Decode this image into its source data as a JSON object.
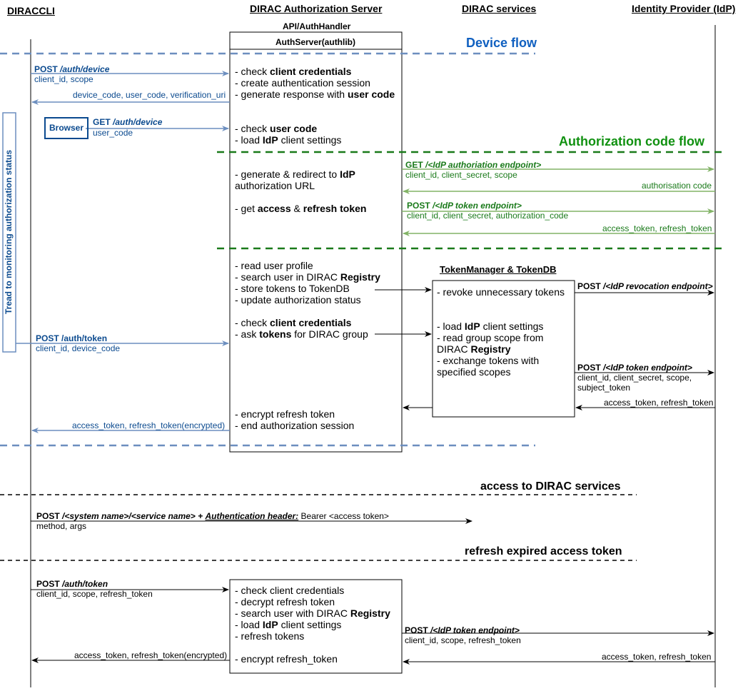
{
  "headers": {
    "diraccli": "DIRACCLI",
    "auth_server": "DIRAC Authorization Server",
    "dirac_services": "DIRAC services",
    "idp": "Identity Provider (IdP)"
  },
  "server_box": {
    "api_label": "API/AuthHandler",
    "authserver_label": "AuthServer(authlib)"
  },
  "sections": {
    "device_flow": "Device flow",
    "auth_code_flow": "Authorization code flow",
    "access_services": "access to DIRAC services",
    "refresh_token": "refresh expired access token"
  },
  "side_label": "Tread to monitoring authorization status",
  "browser_label": "Browser",
  "token_manager": {
    "title": "TokenManager & TokenDB"
  },
  "messages": {
    "post_auth_device": {
      "method": "POST",
      "path": "/auth/device",
      "params": "client_id, scope"
    },
    "device_code_resp": "device_code, user_code, verification_uri",
    "get_auth_device": {
      "method": "GET",
      "path": "/auth/device",
      "params": "user_code"
    },
    "get_idp_auth": {
      "method": "GET",
      "path": "/<IdP authoriation endpoint>",
      "params": "client_id, client_secret, scope"
    },
    "authorisation_code": "authorisation code",
    "post_idp_token1": {
      "method": "POST",
      "path": "/<IdP token endpoint>",
      "params": "client_id, client_secret, authorization_code"
    },
    "access_refresh1": "access_token, refresh_token",
    "post_idp_revocation": {
      "method": "POST",
      "path": "/<IdP revocation endpoint>"
    },
    "post_auth_token1": {
      "method": "POST",
      "path": "/auth/token",
      "params": "client_id, device_code"
    },
    "post_idp_token2": {
      "method": "POST",
      "path": "/<IdP token endpoint>",
      "params1": "client_id, client_secret, scope,",
      "params2": "subject_token"
    },
    "access_refresh2": "access_token, refresh_token",
    "access_refresh_enc1": "access_token, refresh_token(encrypted)",
    "post_service": {
      "method": "POST",
      "path": "/<system name>/<service name> +",
      "header": "Authentication header:",
      "bearer": "Bearer <access token>",
      "params": "method, args"
    },
    "post_auth_token2": {
      "method": "POST",
      "path": "/auth/token",
      "params": "client_id, scope, refresh_token"
    },
    "access_refresh_enc2": "access_token, refresh_token(encrypted)",
    "post_idp_token3": {
      "method": "POST",
      "path": "/<IdP token endpoint>",
      "params": "client_id, scope, refresh_token"
    },
    "access_refresh3": "access_token, refresh_token"
  },
  "steps": {
    "s1": {
      "a": "- check ",
      "b": "client credentials"
    },
    "s2": "- create authentication session",
    "s3": {
      "a": "- generate response with ",
      "b": "user code"
    },
    "s4": {
      "a": "- check ",
      "b": "user code"
    },
    "s5": {
      "a": "- load ",
      "b": "IdP",
      "c": " client settings"
    },
    "s6": {
      "a": "- generate & redirect to ",
      "b": "IdP",
      "c": "authorization URL"
    },
    "s7": {
      "a": "- get ",
      "b": "access",
      "c": " & ",
      "d": "refresh token"
    },
    "s8": "- read user profile",
    "s9": {
      "a": "- search user in DIRAC ",
      "b": "Registry"
    },
    "s10": "- store tokens to TokenDB",
    "s11": "- update authorization status",
    "s12": {
      "a": "- check ",
      "b": "client credentials"
    },
    "s13": {
      "a": "- ask ",
      "b": "tokens",
      "c": " for DIRAC group"
    },
    "s14": "- encrypt refresh token",
    "s15": "- end authorization session"
  },
  "tm_steps": {
    "t1": "- revoke unnecessary tokens",
    "t2": {
      "a": "- load ",
      "b": "IdP",
      "c": " client settings"
    },
    "t3": "- read group scope from",
    "t4": {
      "a": "DIRAC ",
      "b": "Registry"
    },
    "t5": "- exchange tokens with",
    "t6": "specified scopes"
  },
  "refresh_steps": {
    "r1": "- check client credentials",
    "r2": "- decrypt refresh token",
    "r3": {
      "a": "- search user with DIRAC ",
      "b": "Registry"
    },
    "r4": {
      "a": "- load ",
      "b": "IdP",
      "c": " client settings"
    },
    "r5": "- refresh tokens",
    "r6": "- encrypt refresh_token"
  },
  "colors": {
    "blue_arrow": "#6c8ebf",
    "blue_text": "#0b4a8f",
    "green_arrow": "#82b366",
    "green_dark": "#1a7a1a",
    "section_green": "#119111",
    "section_blue": "#1060c0"
  }
}
